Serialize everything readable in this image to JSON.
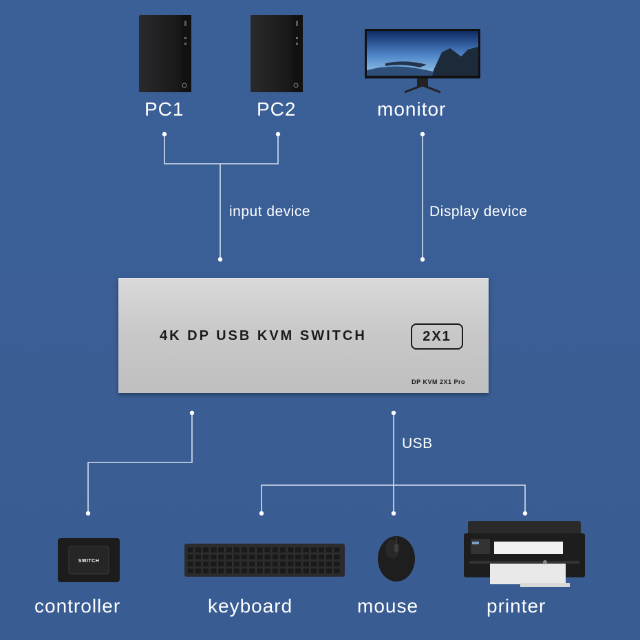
{
  "diagram": {
    "top_devices": [
      {
        "id": "pc1",
        "label": "PC1"
      },
      {
        "id": "pc2",
        "label": "PC2"
      },
      {
        "id": "monitor",
        "label": "monitor"
      }
    ],
    "connection_labels": {
      "input": "input device",
      "display": "Display device",
      "usb": "USB"
    },
    "kvm_switch": {
      "title": "4K DP USB KVM SWITCH",
      "badge": "2X1",
      "model": "DP KVM 2X1 Pro"
    },
    "bottom_devices": [
      {
        "id": "controller",
        "label": "controller",
        "button_text": "SWITCH"
      },
      {
        "id": "keyboard",
        "label": "keyboard"
      },
      {
        "id": "mouse",
        "label": "mouse"
      },
      {
        "id": "printer",
        "label": "printer"
      }
    ],
    "colors": {
      "background": "#3a5f96",
      "line": "#d6e0ef",
      "text": "#ffffff",
      "switch_body": "#c9c9c9"
    }
  }
}
